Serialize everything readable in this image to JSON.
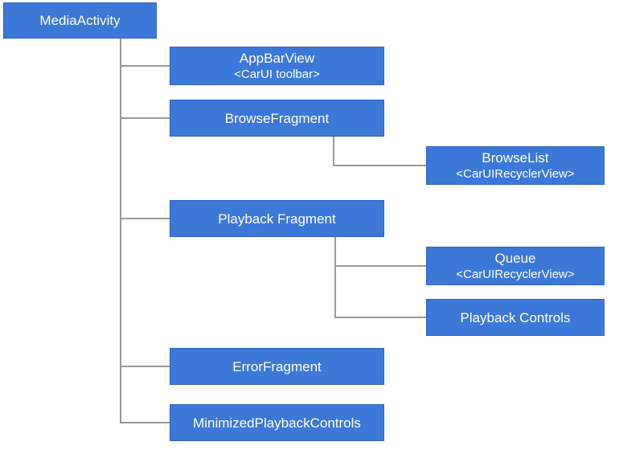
{
  "colors": {
    "node_fill": "#3c78d8",
    "node_border": "#2f63c0",
    "connector": "#999999",
    "text": "#ffffff",
    "background": "#ffffff"
  },
  "tree": {
    "label": "MediaActivity",
    "children": [
      {
        "label": "AppBarView",
        "sublabel": "<CarUI toolbar>"
      },
      {
        "label": "BrowseFragment",
        "children": [
          {
            "label": "BrowseList",
            "sublabel": "<CarUIRecyclerView>"
          }
        ]
      },
      {
        "label": "Playback Fragment",
        "children": [
          {
            "label": "Queue",
            "sublabel": "<CarUIRecyclerView>"
          },
          {
            "label": "Playback Controls"
          }
        ]
      },
      {
        "label": "ErrorFragment"
      },
      {
        "label": "MinimizedPlaybackControls"
      }
    ]
  }
}
